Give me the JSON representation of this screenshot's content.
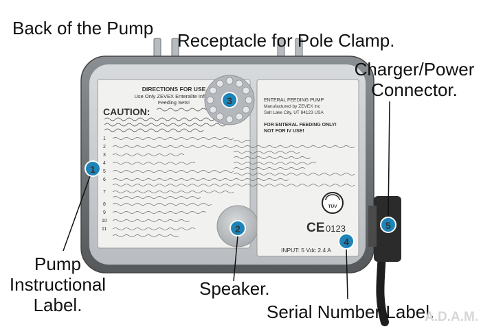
{
  "callouts": {
    "back_of_pump": "Back of the Pump",
    "pole_clamp": "Receptacle for Pole Clamp.",
    "charger_line1": "Charger/Power",
    "charger_line2": "Connector.",
    "instr_line1": "Pump",
    "instr_line2": "Instructional",
    "instr_line3": "Label.",
    "speaker": "Speaker.",
    "serial": "Serial Number Label."
  },
  "markers": {
    "m1": "1",
    "m2": "2",
    "m3": "3",
    "m4": "4",
    "m5": "5"
  },
  "label_left": {
    "directions_title": "DIRECTIONS FOR USE",
    "directions_line2": "Use Only ZEVEX Enteralite Infinity",
    "directions_line3": "Feeding Sets!",
    "caution": "CAUTION:",
    "steps": [
      "1",
      "2",
      "3",
      "4",
      "5",
      "6",
      "7",
      "8",
      "9",
      "10",
      "11"
    ]
  },
  "label_right": {
    "title": "ENTERAL FEEDING PUMP",
    "manufacturer": "Manufactured by ZEVEX Inc",
    "address": "Salt Lake City, UT 84123 USA",
    "warning1": "FOR ENTERAL FEEDING ONLY!",
    "warning2": "NOT FOR IV USE!",
    "tuv": "TÜV",
    "ce": "CE",
    "ce_number": "0123",
    "input": "INPUT: 5 Vdc 2.4 A"
  },
  "watermark": "A.D.A.M.",
  "colors": {
    "marker_blue": "#1e84b8",
    "body_dark": "#6f7478",
    "panel": "#c9cdd1",
    "label": "#f1f1ef"
  }
}
